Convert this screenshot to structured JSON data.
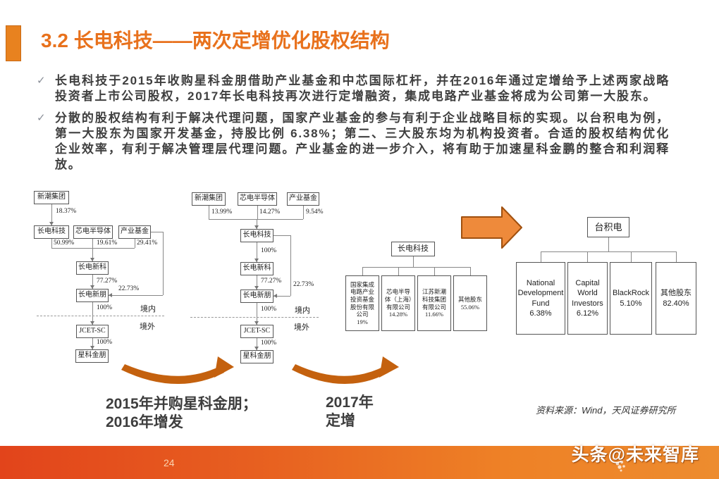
{
  "colors": {
    "accent": "#E8711C",
    "big_arrow_fill": "#EE8A3B",
    "big_arrow_stroke": "#A0500F",
    "swoosh": "#C4610E",
    "footer_left": "#E2441B",
    "footer_right": "#ED8C2F"
  },
  "header": {
    "title": "3.2 长电科技——两次定增优化股权结构"
  },
  "bullets": {
    "check": "✓",
    "item1": "长电科技于2015年收购星科金朋借助产业基金和中芯国际杠杆，并在2016年通过定增给予上述两家战略投资者上市公司股权，2017年长电科技再次进行定增融资，集成电路产业基金将成为公司第一大股东。",
    "item2": "分散的股权结构有利于解决代理问题，国家产业基金的参与有利于企业战略目标的实现。以台积电为例，第一大股东为国家开发基金，持股比例 6.38%；第二、三大股东均为机构投资者。合适的股权结构优化企业效率，有利于解决管理层代理问题。产业基金的进一步介入，将有助于加速星科金鹏的整合和利润释放。"
  },
  "diagram_2015": {
    "parent": "新潮集团",
    "parent_pct": "18.37%",
    "shareholders": [
      {
        "name": "长电科技",
        "pct": "50.99%"
      },
      {
        "name": "芯电半导体",
        "pct": "19.61%"
      },
      {
        "name": "产业基金",
        "pct": "29.41%"
      }
    ],
    "sub1": "长电新科",
    "sub1_pct": "77.27%",
    "side_pct": "22.73%",
    "sub2": "长电新朋",
    "sub2_pct": "100%",
    "onshore": "境内",
    "offshore": "境外",
    "spv": "JCET-SC",
    "spv_pct": "100%",
    "target": "星科金朋"
  },
  "diagram_2016": {
    "shareholders": [
      {
        "name": "新潮集团",
        "pct": "13.99%"
      },
      {
        "name": "芯电半导体",
        "pct": "14.27%"
      },
      {
        "name": "产业基金",
        "pct": "9.54%"
      }
    ],
    "listco": "长电科技",
    "listco_pct": "100%",
    "sub1": "长电新科",
    "sub1_pct": "77.27%",
    "side_pct": "22.73%",
    "sub2": "长电新朋",
    "sub2_pct": "100%",
    "onshore": "境内",
    "offshore": "境外",
    "spv": "JCET-SC",
    "spv_pct": "100%",
    "target": "星科金朋"
  },
  "diagram_2017": {
    "listco": "长电科技",
    "shareholders": [
      {
        "name": "国家集成电路产业投资基金股份有限公司",
        "pct": "19%"
      },
      {
        "name": "芯电半导体（上海）有限公司",
        "pct": "14.28%"
      },
      {
        "name": "江苏新潮科技集团有限公司",
        "pct": "11.66%"
      },
      {
        "name": "其他股东",
        "pct": "55.06%"
      }
    ]
  },
  "diagram_tsmc": {
    "listco": "台积电",
    "shareholders": [
      {
        "name": "National Development Fund",
        "pct": "6.38%"
      },
      {
        "name": "Capital World Investors",
        "pct": "6.12%"
      },
      {
        "name": "BlackRock",
        "pct": "5.10%"
      },
      {
        "name": "其他股东",
        "pct": "82.40%"
      }
    ]
  },
  "captions": {
    "left_line1": "2015年并购星科金朋；",
    "left_line2": "2016年增发",
    "right_line1": "2017年",
    "right_line2": "定增"
  },
  "footer": {
    "source": "资料来源：Wind，天风证券研究所",
    "page": "24",
    "watermark": "头条@未来智库"
  }
}
